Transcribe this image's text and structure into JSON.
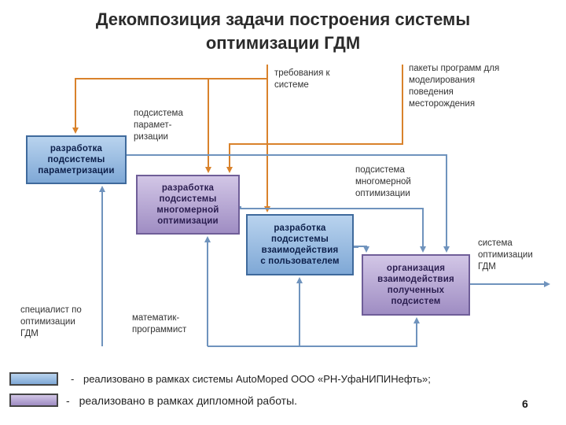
{
  "title": {
    "line1": "Декомпозиция задачи построения системы",
    "line2": "оптимизации ГДМ"
  },
  "boxes": {
    "param": [
      "разработка",
      "подсистемы",
      "параметризации"
    ],
    "multi": [
      "разработка",
      "подсистемы",
      "многомерной",
      "оптимизации"
    ],
    "user": [
      "разработка",
      "подсистемы",
      "взаимодействия",
      "с пользователем"
    ],
    "org": [
      "организация",
      "взаимодействия",
      "полученных",
      "подсистем"
    ]
  },
  "labels": {
    "requirements": [
      "требования к",
      "системе"
    ],
    "packages": [
      "пакеты программ для",
      "моделирования",
      "поведения",
      "месторождения"
    ],
    "param_subsystem": [
      "подсистема",
      "парамет-",
      "ризации"
    ],
    "multi_subsystem": [
      "подсистема",
      "многомерной",
      "оптимизации"
    ],
    "system": [
      "система",
      "оптимизации",
      "ГДМ"
    ],
    "specialist": [
      "специалист по",
      "оптимизации",
      "ГДМ"
    ],
    "programmer": [
      "математик-",
      "программист"
    ]
  },
  "legend": {
    "item1_marker": "-",
    "item1_text": "реализовано в рамках системы AutoMoped ООО «РН-УфаНИПИНефть»;",
    "item2_marker": "-",
    "item2_text": "реализовано в рамках дипломной работы."
  },
  "page_number": "6",
  "colors": {
    "blue_box": "#8fb3dd",
    "purple_box": "#a996cc",
    "orange_arrow": "#d9822b",
    "blue_arrow": "#6f93bd"
  }
}
